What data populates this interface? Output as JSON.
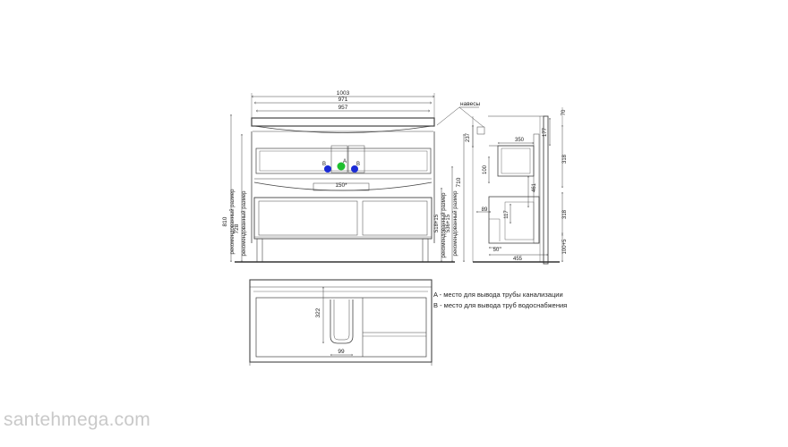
{
  "front_view": {
    "dims": {
      "overall_width": "1003",
      "top_width": "971",
      "inner_width": "957",
      "pipe_spacing": "150*",
      "total_height": "810",
      "height_728": "728",
      "height_710": "710",
      "height_518": "518+15",
      "height_536": "536+15"
    },
    "labels": {
      "recommended_size": "рекомендованный размер",
      "marker_b": "B",
      "marker_a": "A"
    },
    "marker_colors": {
      "water": "#1a2bd6",
      "drain": "#1fbf2f"
    }
  },
  "side_view": {
    "dims": {
      "d70": "70",
      "d237": "237",
      "d177": "177",
      "d350": "350",
      "d318_top": "318",
      "d100": "100",
      "d461": "461",
      "d89": "89",
      "d117": "117",
      "d318_bottom": "318",
      "d100_5": "100+5",
      "d50": "50",
      "d455": "455"
    },
    "labels": {
      "hinges": "навесы"
    }
  },
  "plan_view": {
    "dims": {
      "d322": "322",
      "d99": "99"
    }
  },
  "legend": {
    "line_a": "A - место для вывода трубы канализации",
    "line_b": "B - место для вывода труб водоснабжения"
  },
  "watermark": "santehmega.com"
}
